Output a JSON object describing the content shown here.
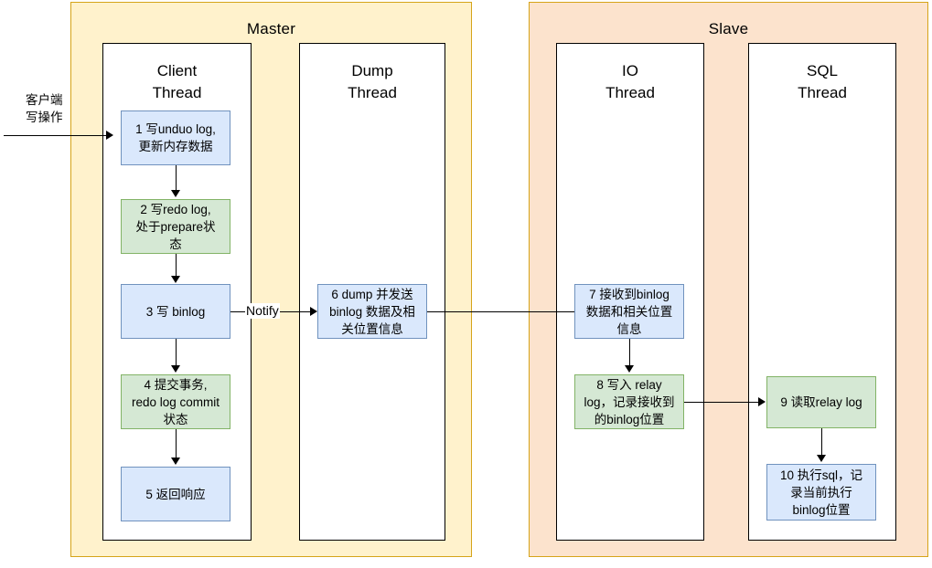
{
  "diagram": {
    "title_master": "Master",
    "title_slave": "Slave",
    "input_label": "客户端\n写操作",
    "notify_label": "Notify",
    "lanes": [
      {
        "id": "client-thread",
        "title": "Client\nThread"
      },
      {
        "id": "dump-thread",
        "title": "Dump\nThread"
      },
      {
        "id": "io-thread",
        "title": "IO\nThread"
      },
      {
        "id": "sql-thread",
        "title": "SQL\nThread"
      }
    ],
    "nodes": [
      {
        "id": "step-1",
        "text": "1 写unduo log,\n更新内存数据",
        "color": "blue"
      },
      {
        "id": "step-2",
        "text": "2 写redo log,\n处于prepare状\n态",
        "color": "green"
      },
      {
        "id": "step-3",
        "text": "3 写 binlog",
        "color": "blue"
      },
      {
        "id": "step-4",
        "text": "4 提交事务,\nredo log commit\n状态",
        "color": "green"
      },
      {
        "id": "step-5",
        "text": "5 返回响应",
        "color": "blue"
      },
      {
        "id": "step-6",
        "text": "6 dump 并发送\nbinlog 数据及相\n关位置信息",
        "color": "blue"
      },
      {
        "id": "step-7",
        "text": "7 接收到binlog\n数据和相关位置\n信息",
        "color": "blue"
      },
      {
        "id": "step-8",
        "text": "8 写入 relay\nlog，记录接收到\n的binlog位置",
        "color": "green"
      },
      {
        "id": "step-9",
        "text": "9 读取relay log",
        "color": "green"
      },
      {
        "id": "step-10",
        "text": "10 执行sql，记\n录当前执行\nbinlog位置",
        "color": "blue"
      }
    ],
    "colors": {
      "master_fill": "#fff2cc",
      "slave_fill": "#fce3cd",
      "zone_border": "#d6a419",
      "node_blue_fill": "#dae8fc",
      "node_blue_border": "#7092be",
      "node_green_fill": "#d5e8d4",
      "node_green_border": "#82b366",
      "lane_fill": "#ffffff",
      "lane_border": "#000000",
      "edge": "#000000"
    }
  }
}
